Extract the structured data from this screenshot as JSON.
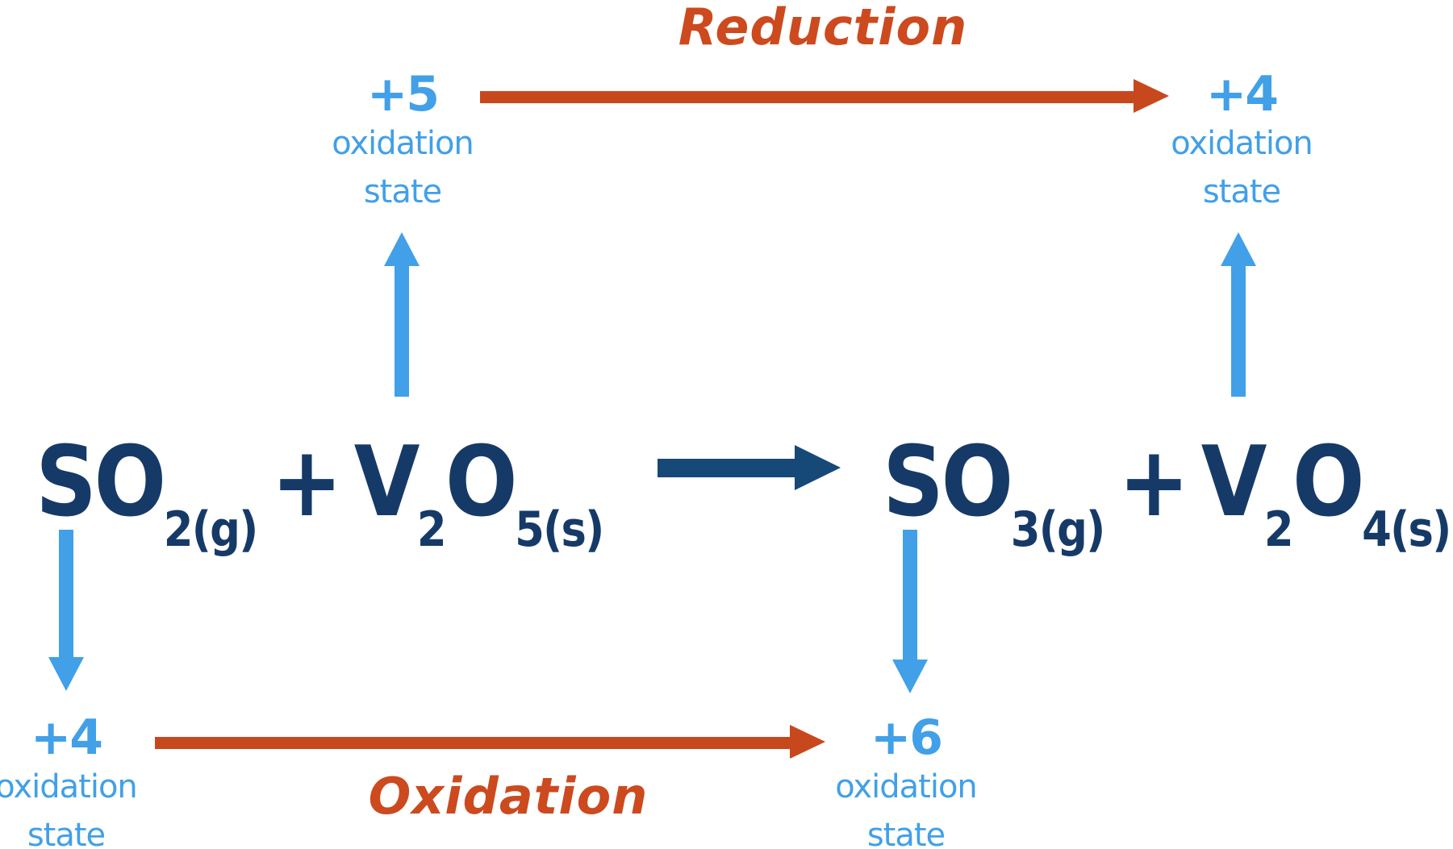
{
  "labels": {
    "reduction": "Reduction",
    "oxidation": "Oxidation"
  },
  "equation": {
    "so2": {
      "base": "SO",
      "sub": "2(g)"
    },
    "plus_left": "+",
    "v2o5": {
      "v": "V",
      "vsub": "2",
      "o": "O",
      "osub": "5(s)"
    },
    "so3": {
      "base": "SO",
      "sub": "3(g)"
    },
    "plus_right": "+",
    "v2o4": {
      "v": "V",
      "vsub": "2",
      "o": "O",
      "osub": "4(s)"
    }
  },
  "oxidation_states": {
    "v2o5": {
      "value": "+5",
      "caption_line1": "oxidation",
      "caption_line2": "state"
    },
    "v2o4": {
      "value": "+4",
      "caption_line1": "oxidation",
      "caption_line2": "state"
    },
    "so2": {
      "value": "+4",
      "caption_line1": "oxidation",
      "caption_line2": "state"
    },
    "so3": {
      "value": "+6",
      "caption_line1": "oxidation",
      "caption_line2": "state"
    }
  },
  "colors": {
    "formula_navy": "#163A68",
    "reaction_arrow_navy": "#164878",
    "oxidation_state_blue": "#41A0E8",
    "redox_red": "#CC4A1E"
  }
}
